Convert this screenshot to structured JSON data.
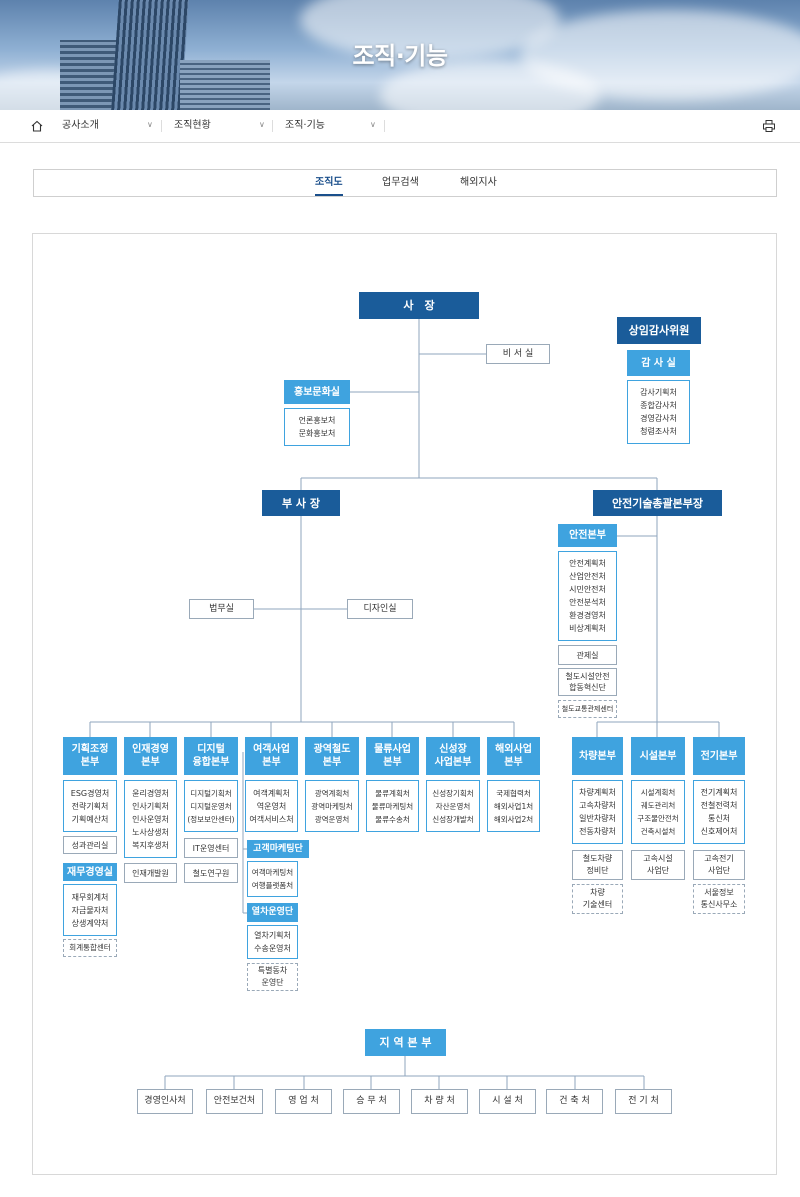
{
  "hero": {
    "title": "조직·기능"
  },
  "breadcrumb": {
    "items": [
      "공사소개",
      "조직현황",
      "조직·기능"
    ]
  },
  "tabs": [
    {
      "label": "조직도",
      "active": true
    },
    {
      "label": "업무검색",
      "active": false
    },
    {
      "label": "해외지사",
      "active": false
    }
  ],
  "org": {
    "president": "사　장",
    "audit_committee": "상임감사위원",
    "audit_office": "감 사 실",
    "audit_units": [
      "감사기획처",
      "종합감사처",
      "경영감사처",
      "청렴조사처"
    ],
    "secretary": "비 서 실",
    "pr_office": "홍보문화실",
    "pr_units": [
      "언론홍보처",
      "문화홍보처"
    ],
    "vice_president": "부 사 장",
    "safety_tech_head": "안전기술총괄본부장",
    "legal": "법무실",
    "design": "디자인실",
    "safety_hq": "안전본부",
    "safety_units": [
      "안전계획처",
      "산업안전처",
      "시민안전처",
      "안전분석처",
      "환경경영처",
      "비상계획처"
    ],
    "control_room": "관제실",
    "facility_innovation": [
      "철도시설안전",
      "합동혁신단"
    ],
    "traffic_control_center": "철도교통관제센터",
    "divisions": [
      {
        "name": [
          "기획조정",
          "본부"
        ],
        "units": [
          "ESG경영처",
          "전략기획처",
          "기획예산처"
        ],
        "extras": [
          {
            "type": "gray",
            "lines": [
              "성과관리실"
            ]
          }
        ]
      },
      {
        "name": [
          "인재경영",
          "본부"
        ],
        "units": [
          "윤리경영처",
          "인사기획처",
          "인사운영처",
          "노사상생처",
          "복지후생처"
        ],
        "extras": [
          {
            "type": "gray",
            "lines": [
              "인재개발원"
            ]
          }
        ]
      },
      {
        "name": [
          "디지털",
          "융합본부"
        ],
        "units": [
          "디지털기획처",
          "디지털운영처",
          "(정보보안센터)"
        ],
        "extras": [
          {
            "type": "gray",
            "lines": [
              "IT운영센터"
            ]
          },
          {
            "type": "gray",
            "lines": [
              "철도연구원"
            ]
          }
        ]
      },
      {
        "name": [
          "여객사업",
          "본부"
        ],
        "units": [
          "여객계획처",
          "역운영처",
          "여객서비스처"
        ],
        "extras": []
      },
      {
        "name": [
          "광역철도",
          "본부"
        ],
        "units": [
          "광역계획처",
          "광역마케팅처",
          "광역운영처"
        ],
        "extras": []
      },
      {
        "name": [
          "물류사업",
          "본부"
        ],
        "units": [
          "물류계획처",
          "물류마케팅처",
          "물류수송처"
        ],
        "extras": []
      },
      {
        "name": [
          "신성장",
          "사업본부"
        ],
        "units": [
          "신성장기획처",
          "자산운영처",
          "신성장개발처"
        ],
        "extras": []
      },
      {
        "name": [
          "해외사업",
          "본부"
        ],
        "units": [
          "국제협력처",
          "해외사업1처",
          "해외사업2처"
        ],
        "extras": []
      }
    ],
    "finance": {
      "name": "재무경영실",
      "units": [
        "재무회계처",
        "자금물자처",
        "상생계약처"
      ],
      "center": "회계통합센터"
    },
    "customer_marketing": {
      "name": "고객마케팅단",
      "units": [
        "여객마케팅처",
        "여행플랫폼처"
      ]
    },
    "train_operation": {
      "name": "열차운영단",
      "units": [
        "열차기획처",
        "수송운영처"
      ],
      "extra": [
        "특별동차",
        "운영단"
      ]
    },
    "tech_divisions": [
      {
        "name": "차량본부",
        "units": [
          "차량계획처",
          "고속차량처",
          "일반차량처",
          "전동차량처"
        ],
        "extras": [
          [
            "철도차량",
            "정비단"
          ],
          [
            "차량",
            "기술센터"
          ]
        ]
      },
      {
        "name": "시설본부",
        "units": [
          "시설계획처",
          "궤도관리처",
          "구조물안전처",
          "건축시설처"
        ],
        "extras": [
          [
            "고속시설",
            "사업단"
          ]
        ]
      },
      {
        "name": "전기본부",
        "units": [
          "전기계획처",
          "전철전력처",
          "통신처",
          "신호제어처"
        ],
        "extras": [
          [
            "고속전기",
            "사업단"
          ],
          [
            "서울정보",
            "통신사무소"
          ]
        ]
      }
    ],
    "regional_hq": "지 역 본 부",
    "regional_units": [
      "경영인사처",
      "안전보건처",
      "영 업 처",
      "승 무 처",
      "차 량 처",
      "시 설 처",
      "건 축 처",
      "전 기 처"
    ]
  }
}
